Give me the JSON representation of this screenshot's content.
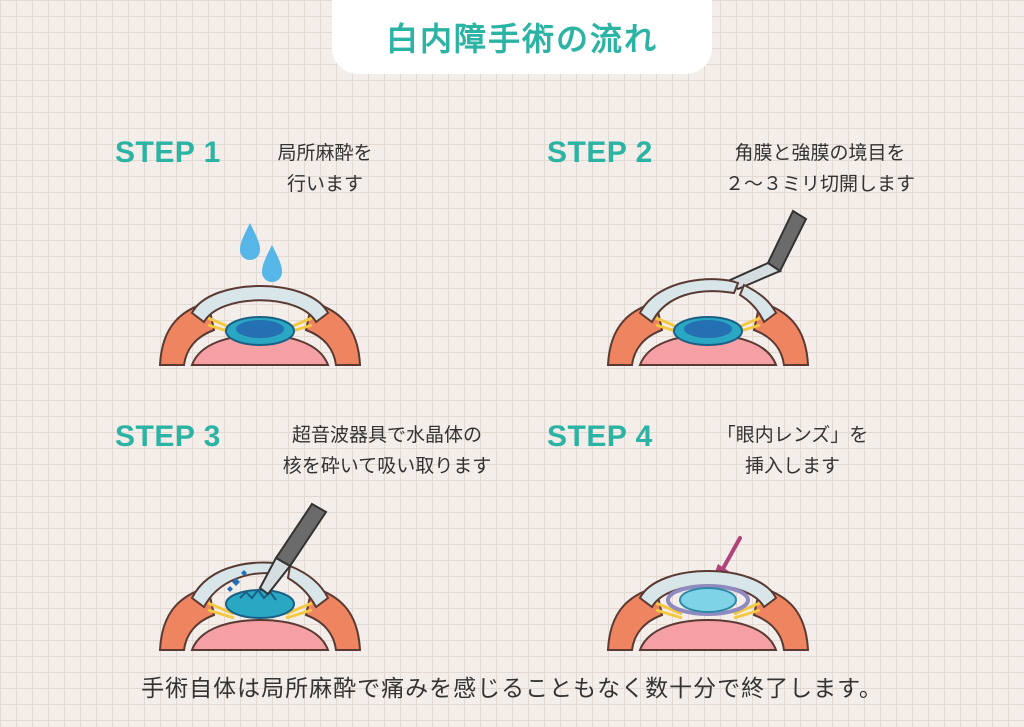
{
  "title": "白内障手術の流れ",
  "accent_color": "#2bb3a3",
  "steps": [
    {
      "label": "STEP 1",
      "desc": [
        "局所麻酔を",
        "行います"
      ]
    },
    {
      "label": "STEP 2",
      "desc": [
        "角膜と強膜の境目を",
        "２～３ミリ切開します"
      ]
    },
    {
      "label": "STEP 3",
      "desc": [
        "超音波器具で水晶体の",
        "核を砕いて吸い取ります"
      ]
    },
    {
      "label": "STEP 4",
      "desc": [
        "「眼内レンズ」を",
        "挿入します"
      ]
    }
  ],
  "footer": "手術自体は局所麻酔で痛みを感じることもなく数十分で終了します。",
  "icons": [
    "eye-drop-icon",
    "scalpel-icon",
    "ultrasonic-probe-icon",
    "insert-arrow-icon"
  ]
}
